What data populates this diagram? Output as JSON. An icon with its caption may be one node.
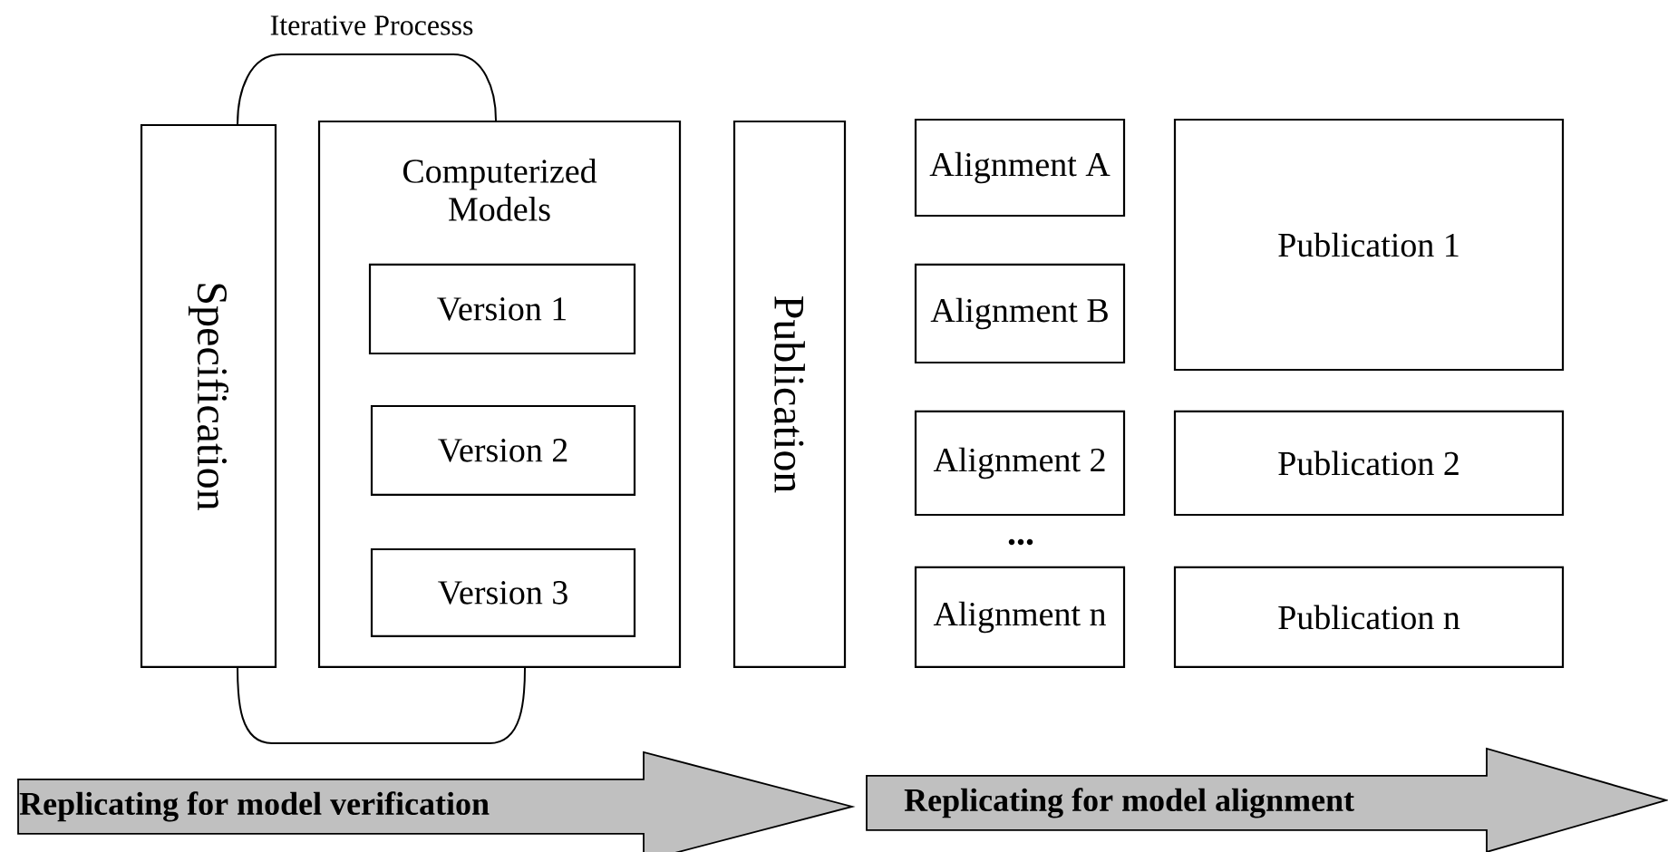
{
  "diagram": {
    "nodes": [
      {
        "text": [
          "Specification"
        ]
      },
      {
        "text": [
          "Computerized Models"
        ]
      },
      {
        "text": [
          "Version 1"
        ],
        "in": 1
      },
      {
        "text": [
          "Version 2"
        ],
        "in": 1
      },
      {
        "text": [
          "Version 3"
        ],
        "in": 1
      },
      {
        "text": [
          "Publication"
        ]
      },
      {
        "text": [
          "Alignment A"
        ]
      },
      {
        "text": [
          "Publication 1"
        ]
      },
      {
        "text": [
          "Alignment B"
        ]
      },
      {
        "text": [
          "Alignment 2"
        ]
      },
      {
        "text": [
          "Publication 2"
        ]
      },
      {
        "text": [
          "Alignment n"
        ]
      },
      {
        "text": [
          "Publication n"
        ]
      },
      {
        "text": [
          "Replicating for model verification"
        ]
      },
      {
        "text": [
          "Replicating for model alignment"
        ]
      }
    ],
    "edges": [
      {
        "from": 0,
        "to": 1,
        "arrow": "none",
        "label": "Iterative Processs"
      },
      {
        "from": 0,
        "to": 1,
        "arrow": "none"
      }
    ],
    "labels": [
      "..."
    ]
  }
}
